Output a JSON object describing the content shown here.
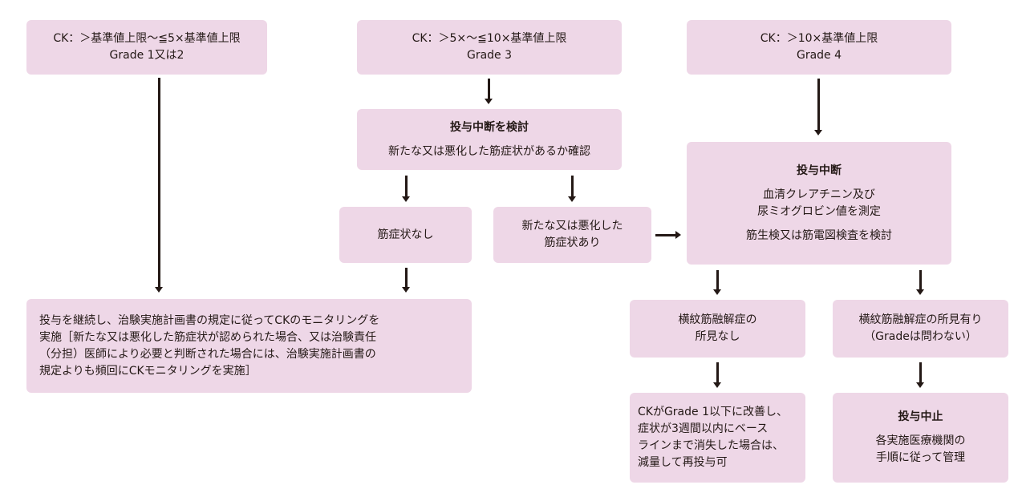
{
  "colors": {
    "box_fill": "#eed7e7",
    "text": "#231815",
    "arrow": "#231815"
  },
  "boxes": {
    "grade12": {
      "lines": [
        "CK：＞基準値上限〜≦5×基準値上限",
        "Grade 1又は2"
      ]
    },
    "grade3": {
      "lines": [
        "CK：＞5×〜≦10×基準値上限",
        "Grade 3"
      ]
    },
    "grade4": {
      "lines": [
        "CK：＞10×基準値上限",
        "Grade 4"
      ]
    },
    "consider_interruption": {
      "lines": [
        "投与中断を検討",
        "新たな又は悪化した筋症状があるか確認"
      ]
    },
    "no_muscle_symptoms": {
      "lines": [
        "筋症状なし"
      ]
    },
    "new_muscle_symptoms": {
      "lines": [
        "新たな又は悪化した",
        "筋症状あり"
      ]
    },
    "interrupt": {
      "lines": [
        "投与中断",
        "血清クレアチニン及び",
        "尿ミオグロビン値を測定",
        "筋生検又は筋電図検査を検討"
      ]
    },
    "continue": {
      "lines": [
        "投与を継続し、治験実施計画書の規定に従ってCKのモニタリングを",
        "実施［新たな又は悪化した筋症状が認められた場合、又は治験責任",
        "（分担）医師により必要と判断された場合には、治験実施計画書の",
        "規定よりも頻回にCKモニタリングを実施］"
      ]
    },
    "no_rhabdo": {
      "lines": [
        "横紋筋融解症の",
        "所見なし"
      ]
    },
    "rhabdo": {
      "lines": [
        "横紋筋融解症の所見有り",
        "（Gradeは問わない）"
      ]
    },
    "rechallenge": {
      "lines": [
        "CKがGrade 1以下に改善し、",
        "症状が3週間以内にベース",
        "ラインまで消失した場合は、",
        "減量して再投与可"
      ]
    },
    "discontinue": {
      "lines": [
        "投与中止",
        "各実施医療機関の",
        "手順に従って管理"
      ]
    }
  }
}
